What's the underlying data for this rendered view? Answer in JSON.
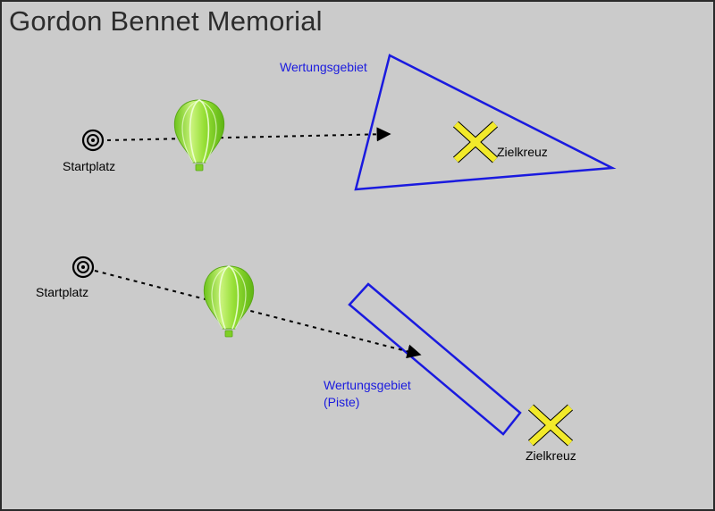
{
  "title": "Gordon Bennet Memorial",
  "colors": {
    "background": "#cbcbcb",
    "zone": "#1a1adf",
    "target_cross": "#f2ea2a",
    "balloon": "#8fdc2e",
    "path": "#000000",
    "text": "#000000"
  },
  "top_scenario": {
    "start_label": "Startplatz",
    "zone_label": "Wertungsgebiet",
    "target_label": "Zielkreuz"
  },
  "bottom_scenario": {
    "start_label": "Startplatz",
    "zone_label_line1": "Wertungsgebiet",
    "zone_label_line2": "(Piste)",
    "target_label": "Zielkreuz"
  },
  "icons": [
    "start-target-icon",
    "hot-air-balloon-icon",
    "target-cross-icon",
    "arrow-icon"
  ]
}
